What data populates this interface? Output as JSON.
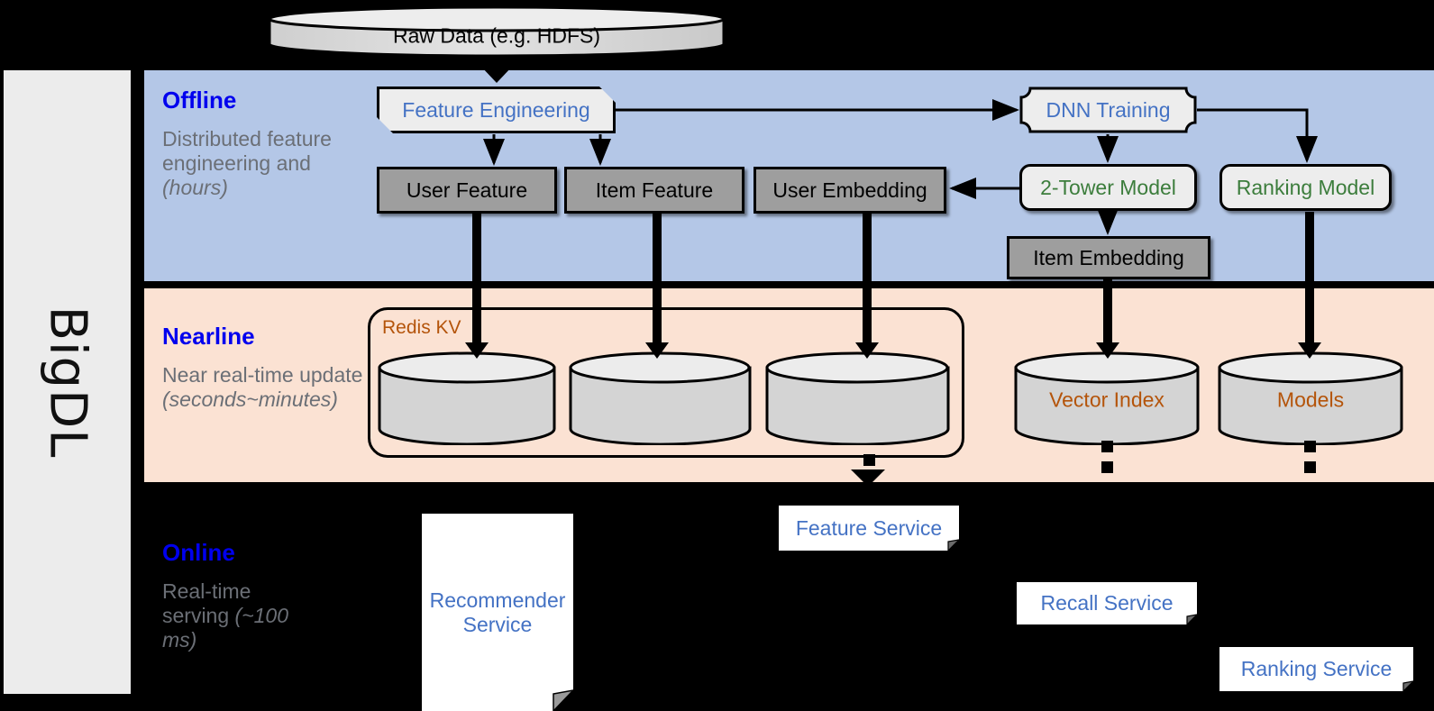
{
  "sidebar": {
    "label": "BigDL"
  },
  "source": {
    "label": "Raw Data (e.g. HDFS)"
  },
  "bands": {
    "offline": {
      "title": "Offline",
      "subtitle": "Distributed feature engineering and ",
      "subtitle_em": "(hours)"
    },
    "nearline": {
      "title": "Nearline",
      "subtitle": "Near real-time update ",
      "subtitle_em": "(seconds~minutes)"
    },
    "online": {
      "title": "Online",
      "subtitle": "Real-time serving ",
      "subtitle_em": "(~100 ms)"
    }
  },
  "offline": {
    "feature_engineering": "Feature Engineering",
    "dnn_training": "DNN Training",
    "user_feature": "User Feature",
    "item_feature": "Item Feature",
    "user_embedding": "User Embedding",
    "two_tower_model": "2-Tower Model",
    "ranking_model": "Ranking Model",
    "item_embedding": "Item Embedding"
  },
  "nearline": {
    "redis_label": "Redis KV",
    "kv_stores": [
      "",
      "",
      ""
    ],
    "vector_index": "Vector Index",
    "models": "Models"
  },
  "online": {
    "recommender_service": "Recommender Service",
    "feature_service": "Feature Service",
    "recall_service": "Recall Service",
    "ranking_service": "Ranking Service"
  },
  "colors": {
    "offline_band": "#b4c7e7",
    "nearline_band": "#fbe2d3",
    "online_band": "#000000",
    "title_blue": "#0000ee",
    "text_blue": "#4472c4",
    "text_green": "#3c7d3c",
    "text_brown": "#b4540a",
    "box_gray": "#9e9e9e",
    "sidebar_gray": "#ececec"
  }
}
